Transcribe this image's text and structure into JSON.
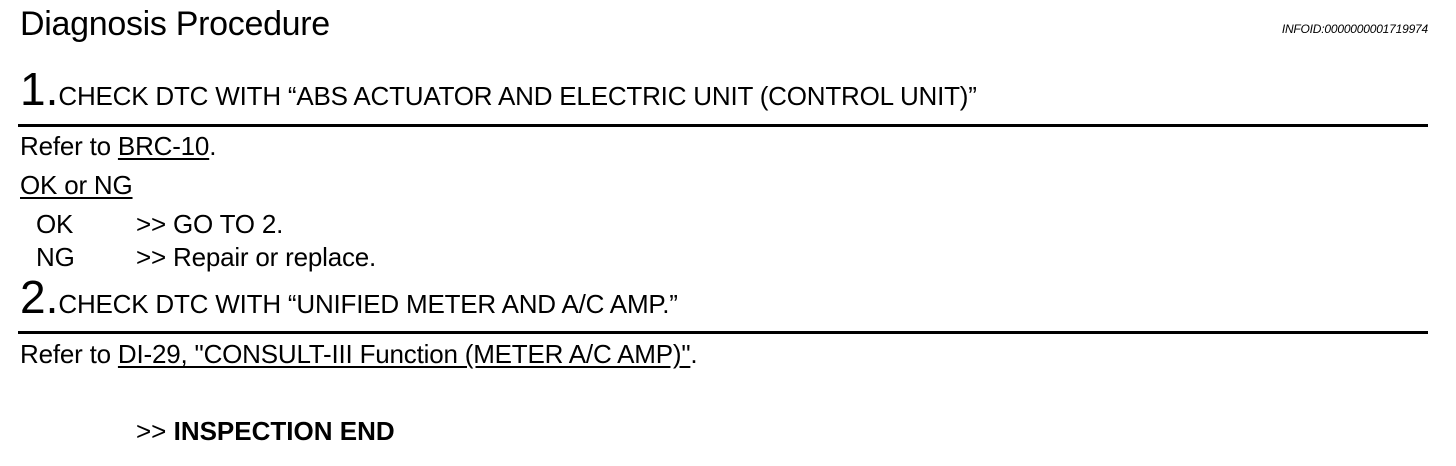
{
  "header": {
    "title": "Diagnosis Procedure",
    "info_id": "INFOID:0000000001719974"
  },
  "steps": [
    {
      "number": "1.",
      "heading": "CHECK DTC WITH “ABS ACTUATOR AND ELECTRIC UNIT (CONTROL UNIT)”",
      "refer_prefix": "Refer to ",
      "refer_link": "BRC-10",
      "refer_suffix": ".",
      "judgement_title": "OK or NG",
      "results": [
        {
          "key": "OK",
          "action": ">> GO TO 2."
        },
        {
          "key": "NG",
          "action": ">>  Repair or replace."
        }
      ]
    },
    {
      "number": "2.",
      "heading": "CHECK DTC WITH “UNIFIED METER AND A/C AMP.”",
      "refer_prefix": "Refer to ",
      "refer_link": "DI-29, \"CONSULT-III Function (METER A/C AMP)\"",
      "refer_suffix": ".",
      "end_prefix": ">> ",
      "end_text": "INSPECTION END"
    }
  ]
}
